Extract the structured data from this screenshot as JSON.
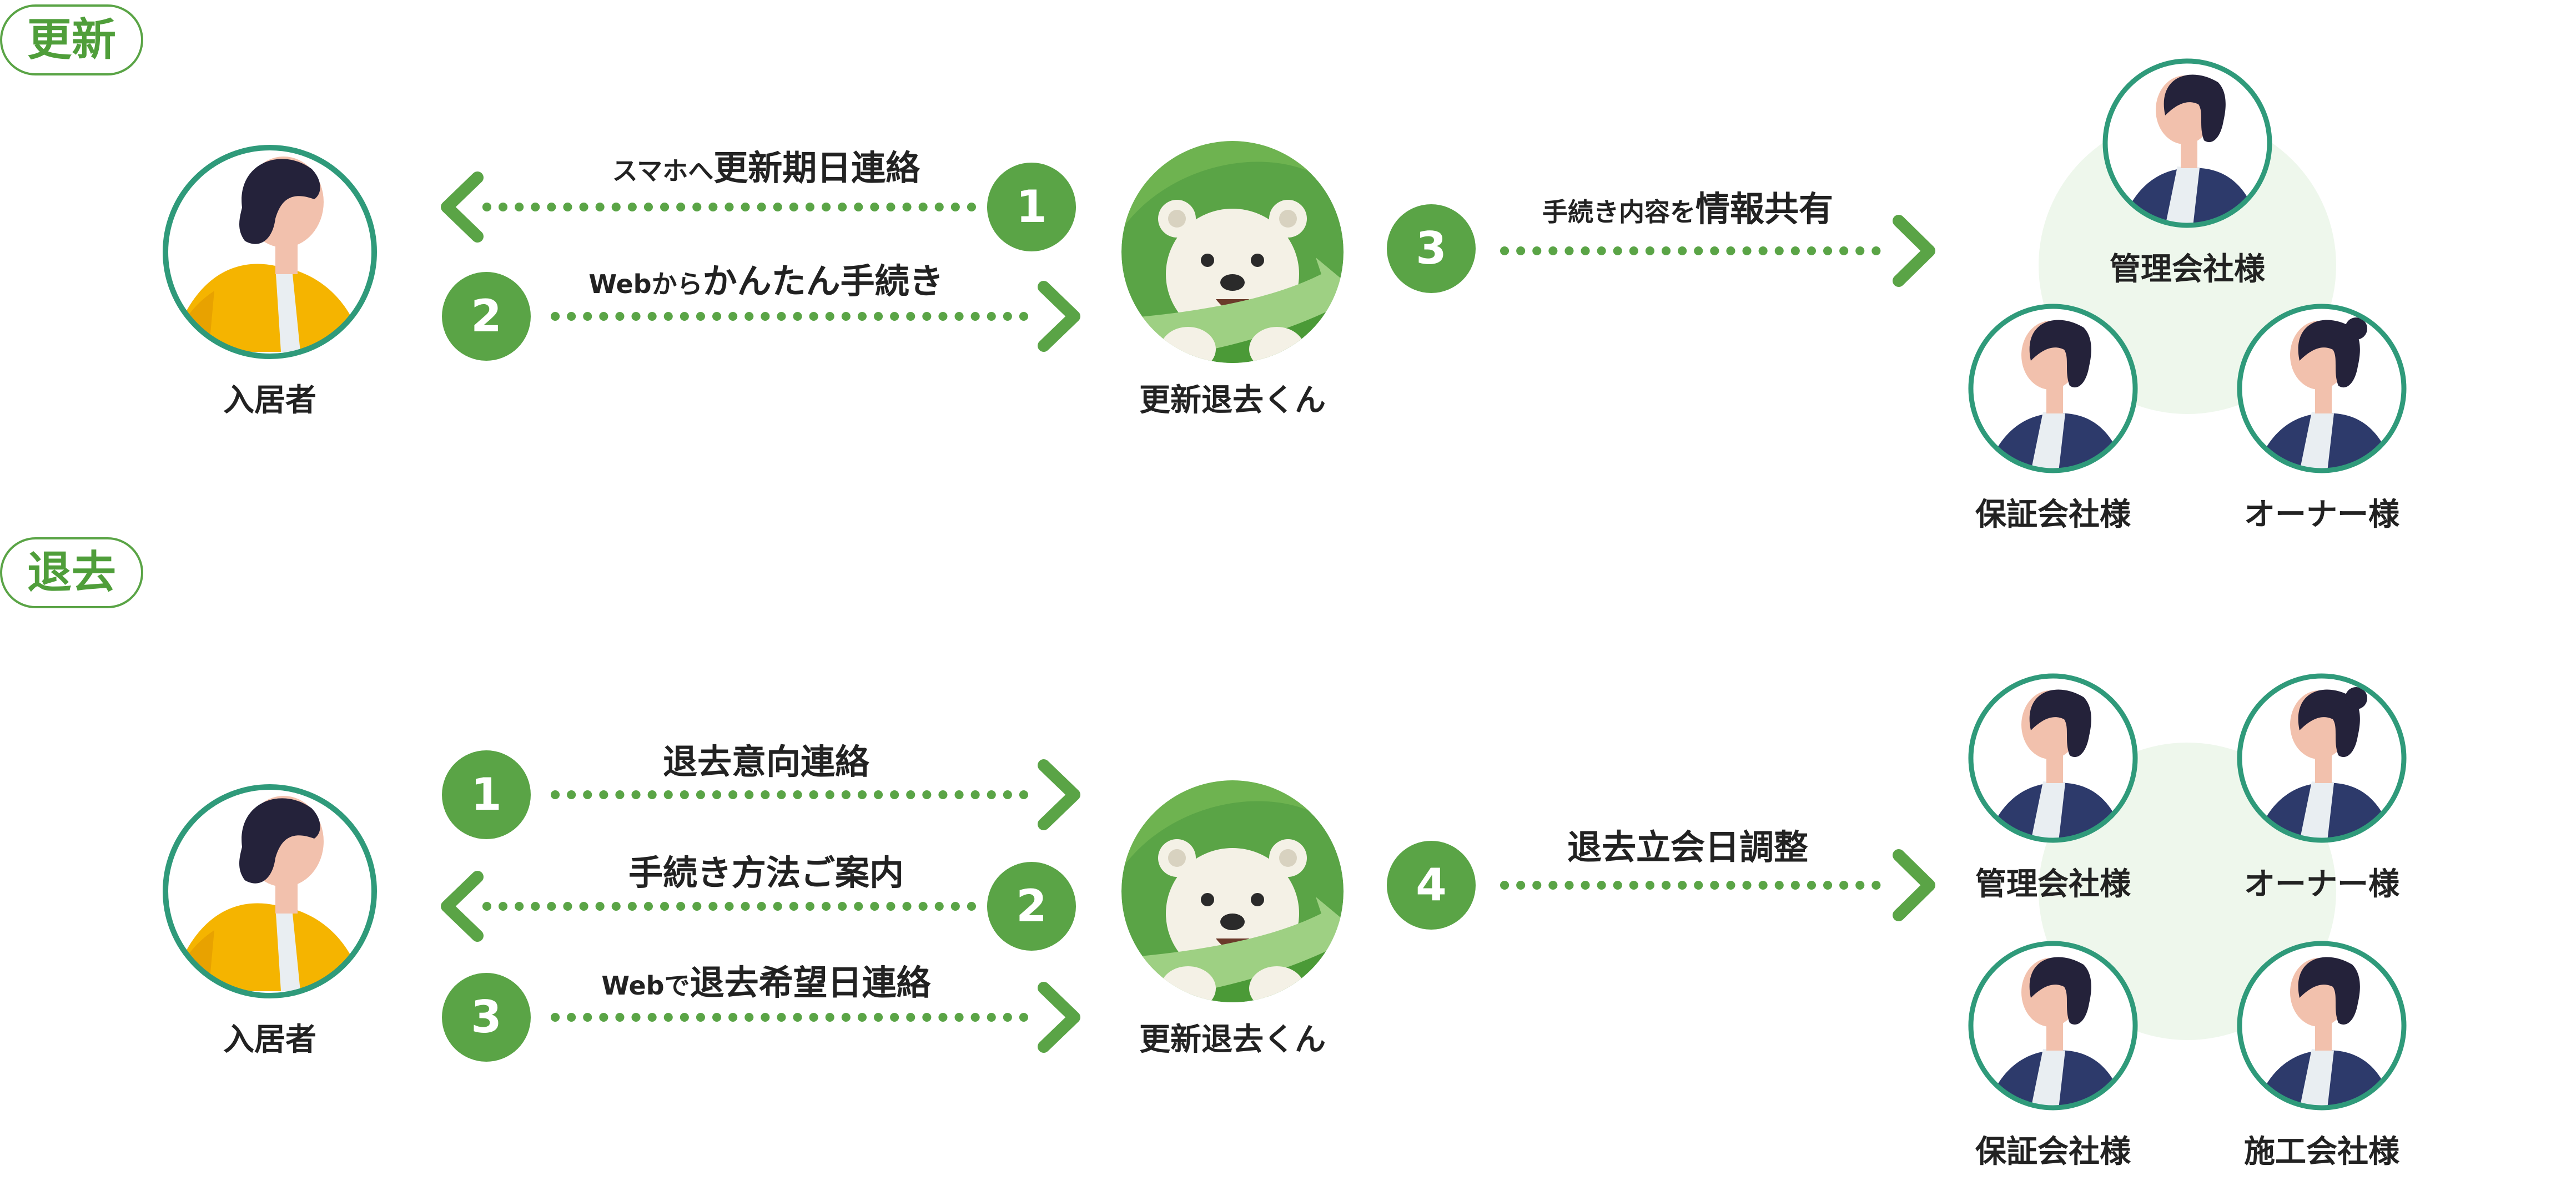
{
  "colors": {
    "accent": "#5aa446",
    "accent_dark": "#4b9a37",
    "ring": "#2f9a7a",
    "person_skin": "#f2c1ad",
    "person_hair": "#24223a",
    "tenant_shirt": "#f5b400",
    "stakeholder_shirt": "#2d3a6b",
    "cluster_bg": "#eef7ec"
  },
  "renewal": {
    "badge": "更新",
    "tenant_label": "入居者",
    "bot_label": "更新退去くん",
    "steps": [
      {
        "number": "1",
        "prefix": "スマホへ",
        "main": "更新期日連絡",
        "direction": "left"
      },
      {
        "number": "2",
        "prefix": "Webから",
        "main": "かんたん手続き",
        "direction": "right"
      },
      {
        "number": "3",
        "prefix": "手続き内容を",
        "main": "情報共有",
        "direction": "right"
      }
    ],
    "stakeholders": [
      "管理会社様",
      "保証会社様",
      "オーナー様"
    ]
  },
  "moveout": {
    "badge": "退去",
    "tenant_label": "入居者",
    "bot_label": "更新退去くん",
    "steps": [
      {
        "number": "1",
        "prefix": "",
        "main": "退去意向連絡",
        "direction": "right"
      },
      {
        "number": "2",
        "prefix": "",
        "main": "手続き方法ご案内",
        "direction": "left"
      },
      {
        "number": "3",
        "prefix": "Webで",
        "main": "退去希望日連絡",
        "direction": "right"
      },
      {
        "number": "4",
        "prefix": "",
        "main": "退去立会日調整",
        "direction": "right"
      }
    ],
    "stakeholders": [
      "管理会社様",
      "オーナー様",
      "保証会社様",
      "施工会社様"
    ]
  }
}
